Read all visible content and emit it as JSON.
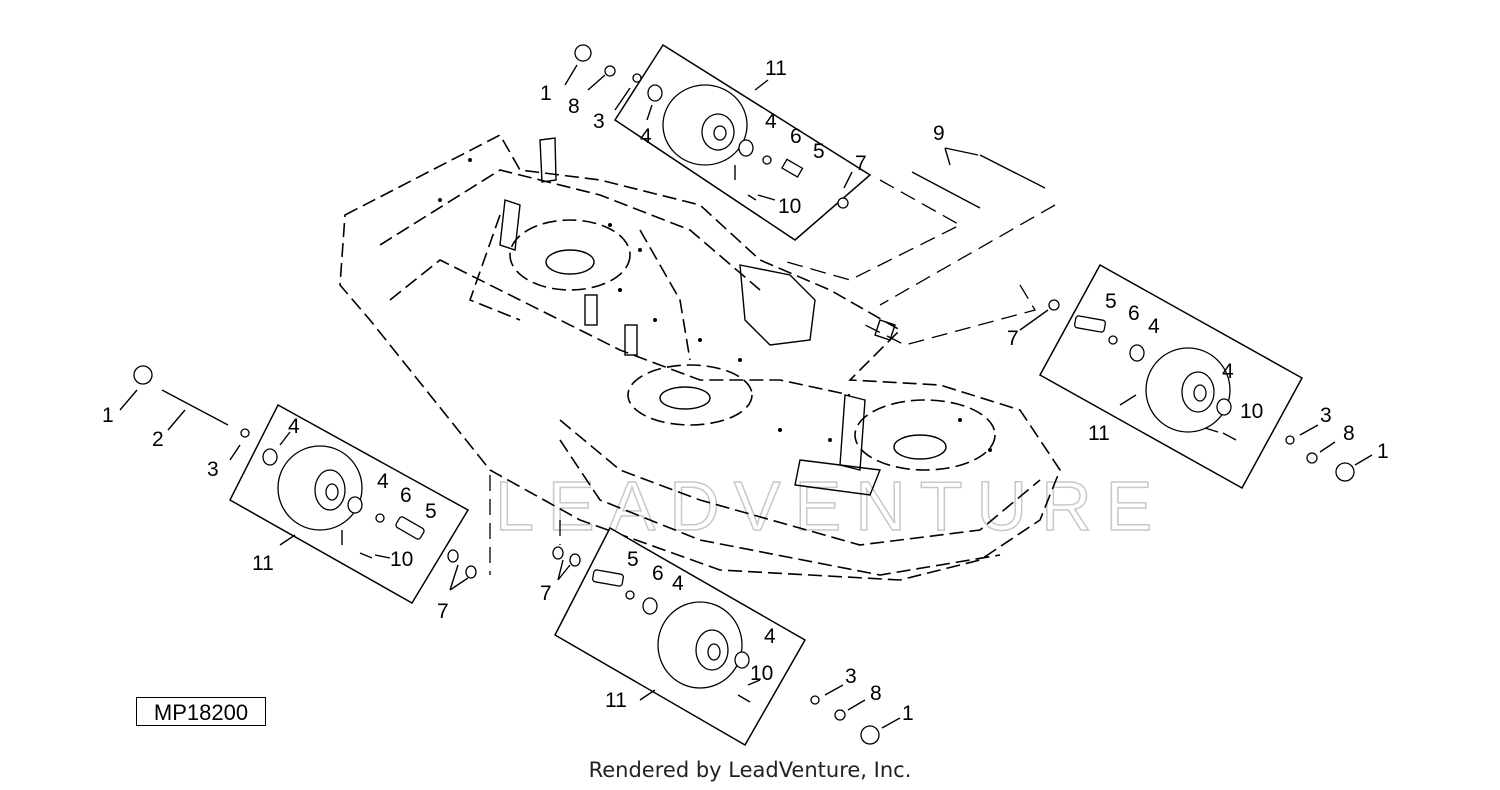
{
  "figure_id": "MP18200",
  "footer": "Rendered by LeadVenture, Inc.",
  "watermark": "LEADVENTURE",
  "callouts": {
    "c1a": "1",
    "c8a": "8",
    "c3a": "3",
    "c4a": "4",
    "c11a": "11",
    "c4b": "4",
    "c6a": "6",
    "c5a": "5",
    "c10a": "10",
    "c7a": "7",
    "c9": "9",
    "c5b": "5",
    "c6b": "6",
    "c4c": "4",
    "c7b": "7",
    "c4d": "4",
    "c10b": "10",
    "c11b": "11",
    "c3b": "3",
    "c8b": "8",
    "c1b": "1",
    "c1c": "1",
    "c2": "2",
    "c3c": "3",
    "c4e": "4",
    "c4f": "4",
    "c6c": "6",
    "c5c": "5",
    "c10c": "10",
    "c11c": "11",
    "c7c": "7",
    "c7d": "7",
    "c5d": "5",
    "c6d": "6",
    "c4g": "4",
    "c4h": "4",
    "c10d": "10",
    "c11d": "11",
    "c3d": "3",
    "c8c": "8",
    "c1d": "1"
  },
  "colors": {
    "line": "#000000",
    "watermark": "#c8c8c8",
    "background": "#ffffff"
  }
}
